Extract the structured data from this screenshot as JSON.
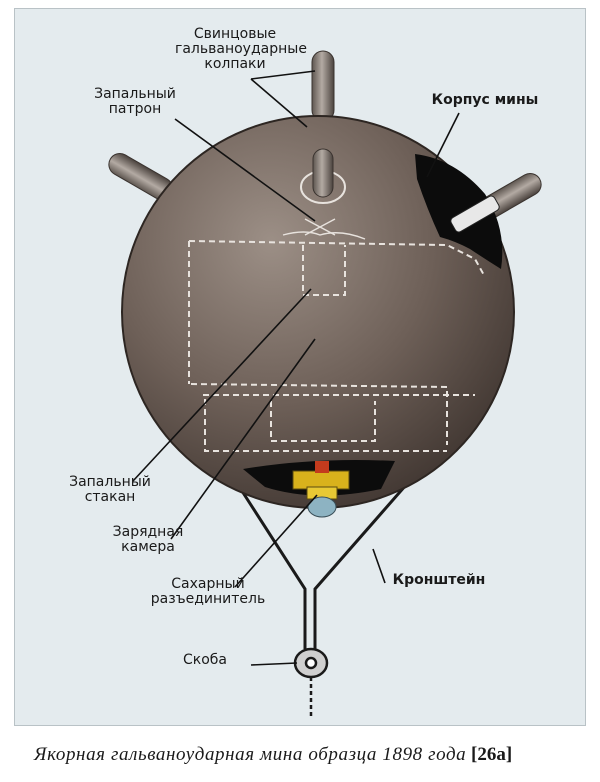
{
  "labels": {
    "lead_caps": "Свинцовые\nгальваноударные\nколпаки",
    "fuse_cartridge": "Запальный\nпатрон",
    "mine_body": "Корпус мины",
    "fuse_cup": "Запальный\nстакан",
    "charge_chamber": "Зарядная\nкамера",
    "sugar_separator": "Сахарный\nразъединитель",
    "bracket": "Кронштейн",
    "shackle": "Скоба"
  },
  "caption": {
    "text": "Якорная гальваноударная мина образца 1898 года",
    "reference": "[26a]"
  },
  "colors": {
    "background": "#e4ebee",
    "mine_body": "#6e6058",
    "lines": "#111111"
  }
}
